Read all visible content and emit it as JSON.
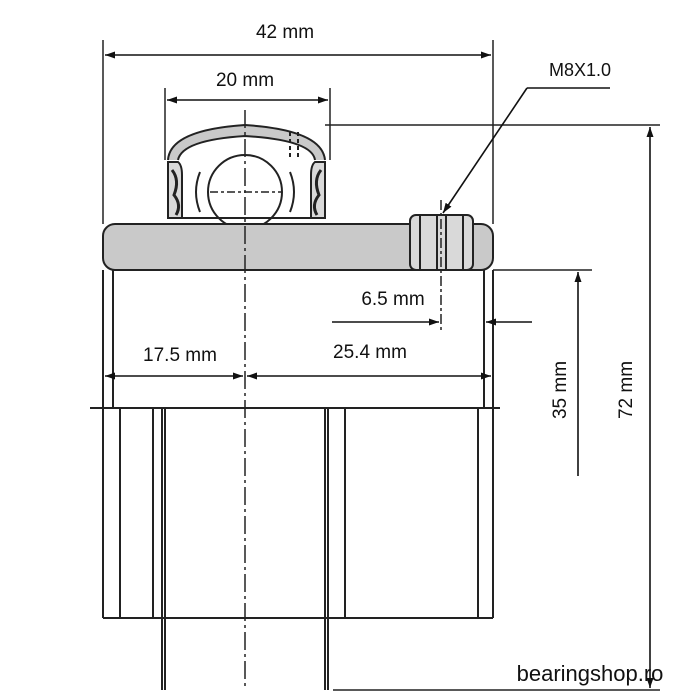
{
  "drawing": {
    "dimensions": {
      "overall_width": "42 mm",
      "ring_width": "20 mm",
      "screw_distance": "6.5 mm",
      "left_width": "17.5 mm",
      "right_width": "25.4 mm",
      "bore": "35 mm",
      "outer_diameter": "72 mm"
    },
    "set_screw_label": "M8X1.0",
    "watermark": "bearingshop.ro"
  }
}
